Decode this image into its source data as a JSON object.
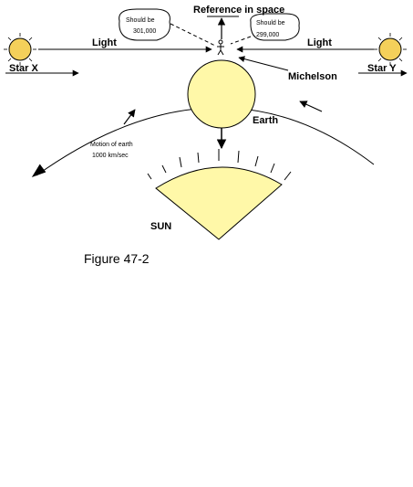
{
  "labels": {
    "reference": "Reference in space",
    "light_left": "Light",
    "light_right": "Light",
    "star_x": "Star X",
    "star_y": "Star Y",
    "michelson": "Michelson",
    "earth": "Earth",
    "sun": "SUN",
    "motion_line1": "Motion of earth",
    "motion_line2": "1000 km/sec",
    "bubble_left_line1": "Should be",
    "bubble_left_line2": "301,000",
    "bubble_right_line1": "Should be",
    "bubble_right_line2": "299,000",
    "caption": "Figure 47-2"
  },
  "colors": {
    "body_fill": "#fff8a8",
    "stroke": "#000000"
  }
}
